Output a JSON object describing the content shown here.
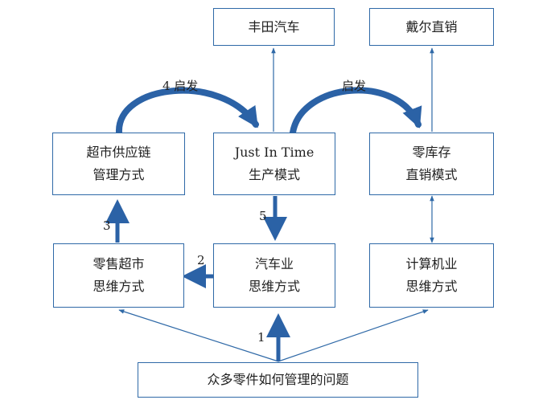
{
  "nodes": {
    "toyota": "丰田汽车",
    "dell": "戴尔直销",
    "supermarket_chain": [
      "超市供应链",
      "管理方式"
    ],
    "jit": [
      "Just In Time",
      "生产模式"
    ],
    "zero_inventory": [
      "零库存",
      "直销模式"
    ],
    "retail_thinking": [
      "零售超市",
      "思维方式"
    ],
    "auto_thinking": [
      "汽车业",
      "思维方式"
    ],
    "computer_thinking": [
      "计算机业",
      "思维方式"
    ],
    "problem": "众多零件如何管理的问题"
  },
  "edge_labels": {
    "inspire_4": "4 启发",
    "inspire": "启发",
    "step_1": "1",
    "step_2": "2",
    "step_3": "3",
    "step_5": "5"
  },
  "colors": {
    "line": "#2f69a7",
    "arrow_thick": "#2b62a6",
    "text": "#1f1f1f"
  }
}
